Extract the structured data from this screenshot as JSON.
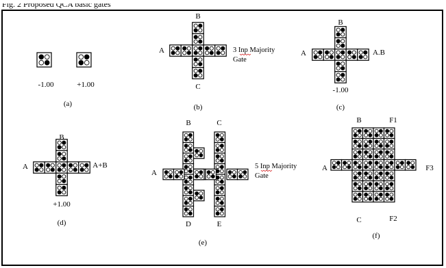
{
  "figure": {
    "caption_fragment": "Fig. 2 Proposed QCA basic gates",
    "colors": {
      "line": "#000000",
      "dot_filled": "#000000",
      "dot_empty": "#ffffff",
      "spellcheck": "#d00000"
    },
    "panels": {
      "a": {
        "caption": "(a)",
        "left_value": "-1.00",
        "right_value": "+1.00"
      },
      "b": {
        "caption": "(b)",
        "input_top": "B",
        "input_left": "A",
        "input_bottom": "C",
        "gate_word1": "3",
        "gate_word2": "Inp",
        "gate_word3": "Majority",
        "gate_line2": "Gate"
      },
      "c": {
        "caption": "(c)",
        "input_top": "B",
        "input_left": "A",
        "output": "A.B",
        "fixed_value": "-1.00"
      },
      "d": {
        "caption": "(d)",
        "input_top": "B",
        "input_left": "A",
        "output": "A+B",
        "fixed_value": "+1.00"
      },
      "e": {
        "caption": "(e)",
        "input_top_left": "B",
        "input_top_right": "C",
        "input_left": "A",
        "input_bottom_left": "D",
        "input_bottom_right": "E",
        "gate_word1": "5",
        "gate_word2": "Inp",
        "gate_word3": "Majority",
        "gate_line2": "Gate"
      },
      "f": {
        "caption": "(f)",
        "input_top": "B",
        "output_top": "F1",
        "input_left": "A",
        "output_right": "F3",
        "input_bottom": "C",
        "output_bottom": "F2"
      }
    }
  }
}
